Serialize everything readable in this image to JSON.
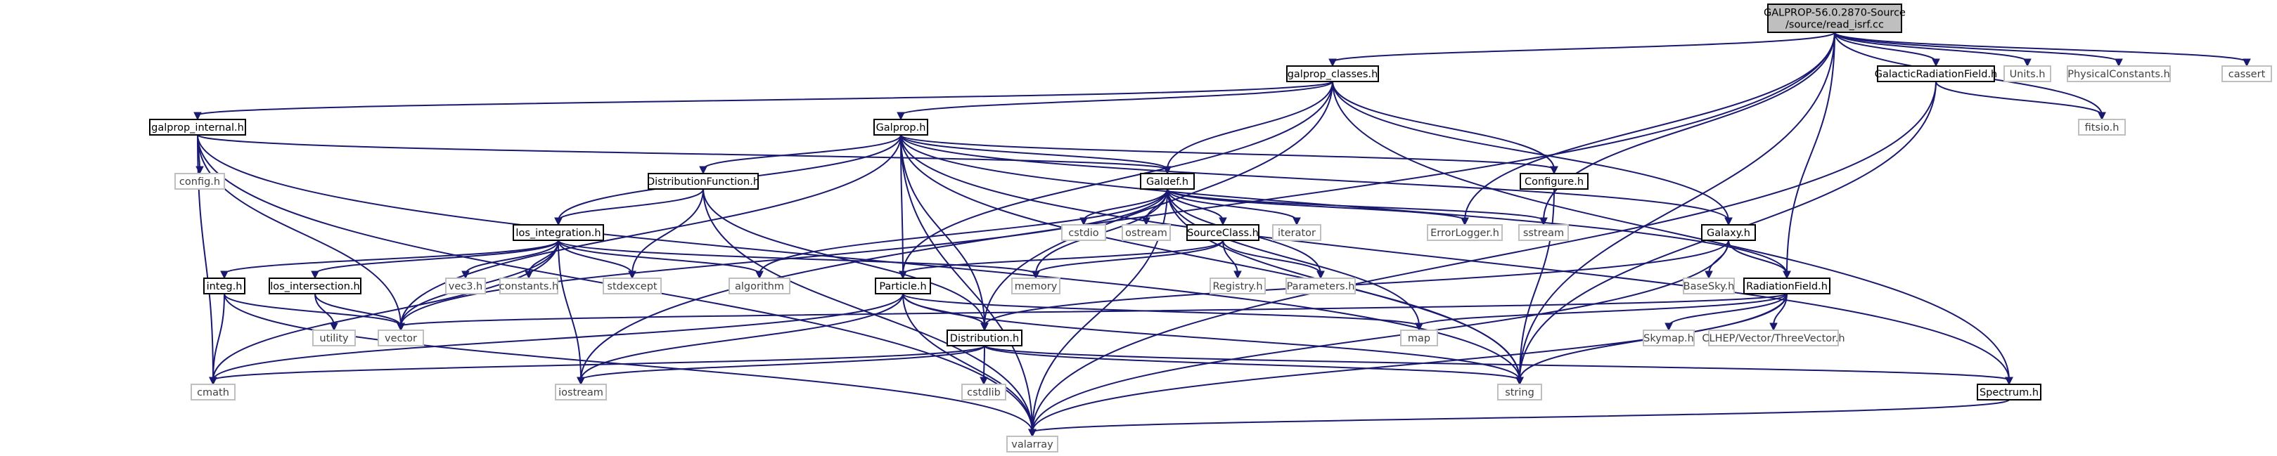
{
  "graph": {
    "root": "source_read_isrf",
    "colors": {
      "edge": "#191970",
      "root_fill": "#bfbfbf",
      "root_stroke": "#000000",
      "doc_stroke": "#000000",
      "ext_stroke": "#bfbfbf",
      "text": "#000000",
      "ext_text": "#404040"
    },
    "nodes": [
      {
        "id": "source_read_isrf",
        "lines": [
          "GALPROP-56.0.2870-Source",
          "/source/read_isrf.cc"
        ],
        "kind": "root"
      },
      {
        "id": "galprop_classes",
        "lines": [
          "galprop_classes.h"
        ],
        "kind": "doc"
      },
      {
        "id": "GalacticRadiationField",
        "lines": [
          "GalacticRadiationField.h"
        ],
        "kind": "doc"
      },
      {
        "id": "Units",
        "lines": [
          "Units.h"
        ],
        "kind": "ext"
      },
      {
        "id": "PhysicalConstants",
        "lines": [
          "PhysicalConstants.h"
        ],
        "kind": "ext"
      },
      {
        "id": "cassert",
        "lines": [
          "cassert"
        ],
        "kind": "ext"
      },
      {
        "id": "galprop_internal",
        "lines": [
          "galprop_internal.h"
        ],
        "kind": "doc"
      },
      {
        "id": "Galprop",
        "lines": [
          "Galprop.h"
        ],
        "kind": "doc"
      },
      {
        "id": "config",
        "lines": [
          "config.h"
        ],
        "kind": "ext"
      },
      {
        "id": "fitsio",
        "lines": [
          "fitsio.h"
        ],
        "kind": "ext"
      },
      {
        "id": "DistributionFunction",
        "lines": [
          "DistributionFunction.h"
        ],
        "kind": "doc"
      },
      {
        "id": "Galdef",
        "lines": [
          "Galdef.h"
        ],
        "kind": "doc"
      },
      {
        "id": "Configure",
        "lines": [
          "Configure.h"
        ],
        "kind": "doc"
      },
      {
        "id": "los_integration",
        "lines": [
          "los_integration.h"
        ],
        "kind": "doc"
      },
      {
        "id": "cstdio",
        "lines": [
          "cstdio"
        ],
        "kind": "ext"
      },
      {
        "id": "ostream",
        "lines": [
          "ostream"
        ],
        "kind": "ext"
      },
      {
        "id": "SourceClass",
        "lines": [
          "SourceClass.h"
        ],
        "kind": "doc"
      },
      {
        "id": "iterator",
        "lines": [
          "iterator"
        ],
        "kind": "ext"
      },
      {
        "id": "ErrorLogger",
        "lines": [
          "ErrorLogger.h"
        ],
        "kind": "ext"
      },
      {
        "id": "sstream",
        "lines": [
          "sstream"
        ],
        "kind": "ext"
      },
      {
        "id": "Galaxy",
        "lines": [
          "Galaxy.h"
        ],
        "kind": "doc"
      },
      {
        "id": "integ",
        "lines": [
          "integ.h"
        ],
        "kind": "doc"
      },
      {
        "id": "los_intersection",
        "lines": [
          "los_intersection.h"
        ],
        "kind": "doc"
      },
      {
        "id": "vec3",
        "lines": [
          "vec3.h"
        ],
        "kind": "ext"
      },
      {
        "id": "constants",
        "lines": [
          "constants.h"
        ],
        "kind": "ext"
      },
      {
        "id": "stdexcept",
        "lines": [
          "stdexcept"
        ],
        "kind": "ext"
      },
      {
        "id": "algorithm",
        "lines": [
          "algorithm"
        ],
        "kind": "ext"
      },
      {
        "id": "memory",
        "lines": [
          "memory"
        ],
        "kind": "ext"
      },
      {
        "id": "Particle",
        "lines": [
          "Particle.h"
        ],
        "kind": "doc"
      },
      {
        "id": "Registry",
        "lines": [
          "Registry.h"
        ],
        "kind": "ext"
      },
      {
        "id": "Parameters",
        "lines": [
          "Parameters.h"
        ],
        "kind": "ext"
      },
      {
        "id": "BaseSky",
        "lines": [
          "BaseSky.h"
        ],
        "kind": "ext"
      },
      {
        "id": "RadiationField",
        "lines": [
          "RadiationField.h"
        ],
        "kind": "doc"
      },
      {
        "id": "utility",
        "lines": [
          "utility"
        ],
        "kind": "ext"
      },
      {
        "id": "vector",
        "lines": [
          "vector"
        ],
        "kind": "ext"
      },
      {
        "id": "map",
        "lines": [
          "map"
        ],
        "kind": "ext"
      },
      {
        "id": "Skymap",
        "lines": [
          "Skymap.h"
        ],
        "kind": "ext"
      },
      {
        "id": "ThreeVector",
        "lines": [
          "CLHEP/Vector/ThreeVector.h"
        ],
        "kind": "ext"
      },
      {
        "id": "Distribution",
        "lines": [
          "Distribution.h"
        ],
        "kind": "doc"
      },
      {
        "id": "cmath",
        "lines": [
          "cmath"
        ],
        "kind": "ext"
      },
      {
        "id": "iostream",
        "lines": [
          "iostream"
        ],
        "kind": "ext"
      },
      {
        "id": "cstdlib",
        "lines": [
          "cstdlib"
        ],
        "kind": "ext"
      },
      {
        "id": "string",
        "lines": [
          "string"
        ],
        "kind": "ext"
      },
      {
        "id": "Spectrum",
        "lines": [
          "Spectrum.h"
        ],
        "kind": "doc"
      },
      {
        "id": "valarray",
        "lines": [
          "valarray"
        ],
        "kind": "ext"
      }
    ],
    "edges": [
      [
        "source_read_isrf",
        "galprop_classes"
      ],
      [
        "source_read_isrf",
        "GalacticRadiationField"
      ],
      [
        "source_read_isrf",
        "Units"
      ],
      [
        "source_read_isrf",
        "PhysicalConstants"
      ],
      [
        "source_read_isrf",
        "cassert"
      ],
      [
        "source_read_isrf",
        "fitsio"
      ],
      [
        "source_read_isrf",
        "iostream"
      ],
      [
        "source_read_isrf",
        "string"
      ],
      [
        "source_read_isrf",
        "ErrorLogger"
      ],
      [
        "source_read_isrf",
        "sstream"
      ],
      [
        "source_read_isrf",
        "RadiationField"
      ],
      [
        "galprop_classes",
        "galprop_internal"
      ],
      [
        "galprop_classes",
        "Galprop"
      ],
      [
        "galprop_classes",
        "Galdef"
      ],
      [
        "galprop_classes",
        "Configure"
      ],
      [
        "galprop_classes",
        "Galaxy"
      ],
      [
        "galprop_classes",
        "Particle"
      ],
      [
        "galprop_classes",
        "Distribution"
      ],
      [
        "galprop_classes",
        "Spectrum"
      ],
      [
        "galprop_internal",
        "config"
      ],
      [
        "galprop_internal",
        "Galdef"
      ],
      [
        "galprop_internal",
        "string"
      ],
      [
        "galprop_internal",
        "cmath"
      ],
      [
        "galprop_internal",
        "valarray"
      ],
      [
        "galprop_internal",
        "vector"
      ],
      [
        "Galprop",
        "DistributionFunction"
      ],
      [
        "Galprop",
        "Galdef"
      ],
      [
        "Galprop",
        "Configure"
      ],
      [
        "Galprop",
        "los_integration"
      ],
      [
        "Galprop",
        "Galaxy"
      ],
      [
        "Galprop",
        "Particle"
      ],
      [
        "Galprop",
        "Distribution"
      ],
      [
        "Galprop",
        "Spectrum"
      ],
      [
        "Galprop",
        "RadiationField"
      ],
      [
        "Galprop",
        "vector"
      ],
      [
        "Galprop",
        "valarray"
      ],
      [
        "Galprop",
        "string"
      ],
      [
        "GalacticRadiationField",
        "fitsio"
      ],
      [
        "GalacticRadiationField",
        "string"
      ],
      [
        "GalacticRadiationField",
        "valarray"
      ],
      [
        "DistributionFunction",
        "los_integration"
      ],
      [
        "DistributionFunction",
        "stdexcept"
      ],
      [
        "DistributionFunction",
        "Distribution"
      ],
      [
        "DistributionFunction",
        "valarray"
      ],
      [
        "Galdef",
        "cstdio"
      ],
      [
        "Galdef",
        "ostream"
      ],
      [
        "Galdef",
        "SourceClass"
      ],
      [
        "Galdef",
        "iterator"
      ],
      [
        "Galdef",
        "ErrorLogger"
      ],
      [
        "Galdef",
        "sstream"
      ],
      [
        "Galdef",
        "algorithm"
      ],
      [
        "Galdef",
        "memory"
      ],
      [
        "Galdef",
        "Parameters"
      ],
      [
        "Galdef",
        "map"
      ],
      [
        "Galdef",
        "string"
      ],
      [
        "Galdef",
        "valarray"
      ],
      [
        "Galdef",
        "vector"
      ],
      [
        "Configure",
        "string"
      ],
      [
        "los_integration",
        "integ"
      ],
      [
        "los_integration",
        "los_intersection"
      ],
      [
        "los_integration",
        "vec3"
      ],
      [
        "los_integration",
        "constants"
      ],
      [
        "los_integration",
        "stdexcept"
      ],
      [
        "los_integration",
        "algorithm"
      ],
      [
        "los_integration",
        "memory"
      ],
      [
        "los_integration",
        "vector"
      ],
      [
        "los_integration",
        "cmath"
      ],
      [
        "los_integration",
        "iostream"
      ],
      [
        "SourceClass",
        "Particle"
      ],
      [
        "SourceClass",
        "Registry"
      ],
      [
        "SourceClass",
        "Parameters"
      ],
      [
        "SourceClass",
        "memory"
      ],
      [
        "Galaxy",
        "BaseSky"
      ],
      [
        "Galaxy",
        "RadiationField"
      ],
      [
        "Galaxy",
        "Distribution"
      ],
      [
        "Galaxy",
        "valarray"
      ],
      [
        "integ",
        "vector"
      ],
      [
        "integ",
        "cmath"
      ],
      [
        "integ",
        "valarray"
      ],
      [
        "los_intersection",
        "utility"
      ],
      [
        "los_intersection",
        "vector"
      ],
      [
        "Particle",
        "Distribution"
      ],
      [
        "Particle",
        "map"
      ],
      [
        "Particle",
        "cmath"
      ],
      [
        "Particle",
        "iostream"
      ],
      [
        "Particle",
        "string"
      ],
      [
        "Particle",
        "valarray"
      ],
      [
        "RadiationField",
        "Skymap"
      ],
      [
        "RadiationField",
        "ThreeVector"
      ],
      [
        "RadiationField",
        "vector"
      ],
      [
        "RadiationField",
        "map"
      ],
      [
        "RadiationField",
        "string"
      ],
      [
        "RadiationField",
        "valarray"
      ],
      [
        "Distribution",
        "cstdlib"
      ],
      [
        "Distribution",
        "cmath"
      ],
      [
        "Distribution",
        "iostream"
      ],
      [
        "Distribution",
        "string"
      ],
      [
        "Distribution",
        "Spectrum"
      ],
      [
        "Spectrum",
        "valarray"
      ]
    ]
  }
}
